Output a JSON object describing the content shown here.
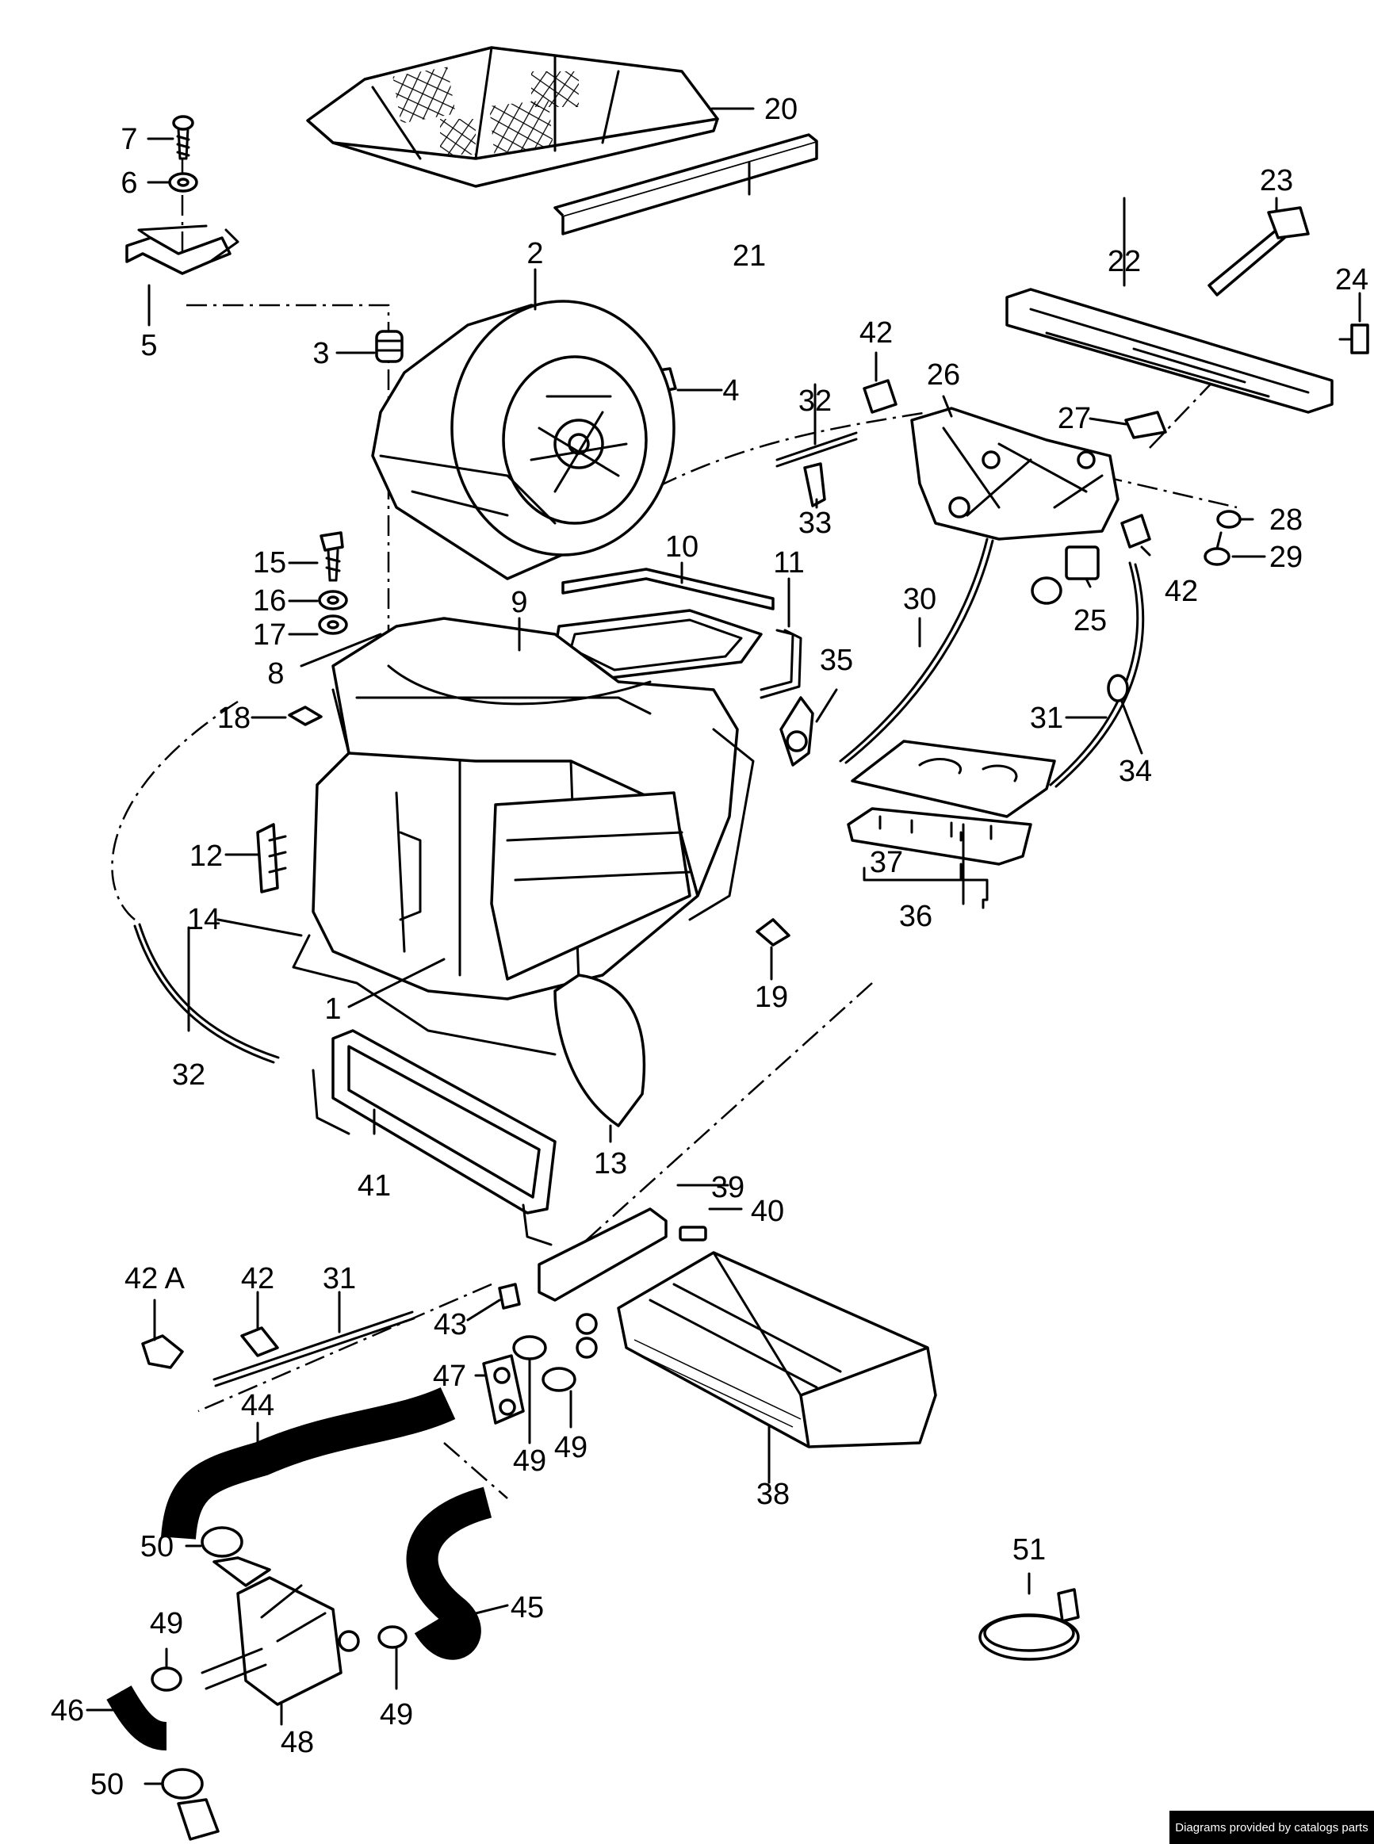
{
  "footer": {
    "credit": "Diagrams provided by catalogs parts"
  },
  "callouts": {
    "n1": "1",
    "n2": "2",
    "n3": "3",
    "n4": "4",
    "n5": "5",
    "n6": "6",
    "n7": "7",
    "n8": "8",
    "n9": "9",
    "n10": "10",
    "n11": "11",
    "n12": "12",
    "n13": "13",
    "n14": "14",
    "n15": "15",
    "n16": "16",
    "n17": "17",
    "n18": "18",
    "n19": "19",
    "n20": "20",
    "n21": "21",
    "n22": "22",
    "n23": "23",
    "n24": "24",
    "n25": "25",
    "n26": "26",
    "n27": "27",
    "n28": "28",
    "n29": "29",
    "n30": "30",
    "n31": "31",
    "n32": "32",
    "n33": "33",
    "n34": "34",
    "n35": "35",
    "n36": "36",
    "n37": "37",
    "n38": "38",
    "n39": "39",
    "n40": "40",
    "n41": "41",
    "n42": "42",
    "n42A": "42 A",
    "n43": "43",
    "n44": "44",
    "n45": "45",
    "n46": "46",
    "n47": "47",
    "n48": "48",
    "n49": "49",
    "n50": "50",
    "n51": "51"
  }
}
